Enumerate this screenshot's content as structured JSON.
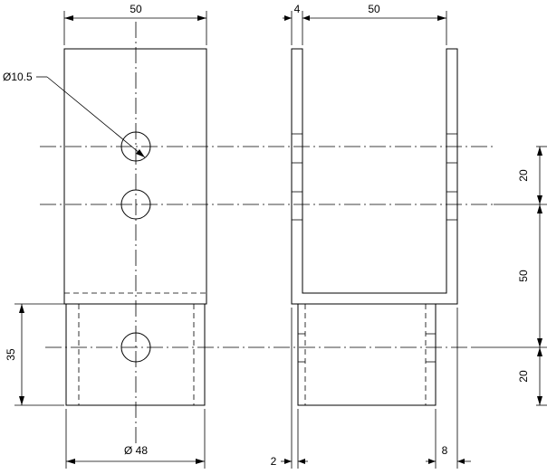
{
  "drawing": {
    "dimensions": {
      "front_width": "50",
      "hole_diameter": "Ø10.5",
      "lower_height": "35",
      "lower_diameter": "Ø 48",
      "wall_thickness": "4",
      "side_width": "50",
      "gap_20_top": "20",
      "gap_50": "50",
      "gap_20_bottom": "20",
      "left_offset": "2",
      "right_offset": "8"
    }
  }
}
